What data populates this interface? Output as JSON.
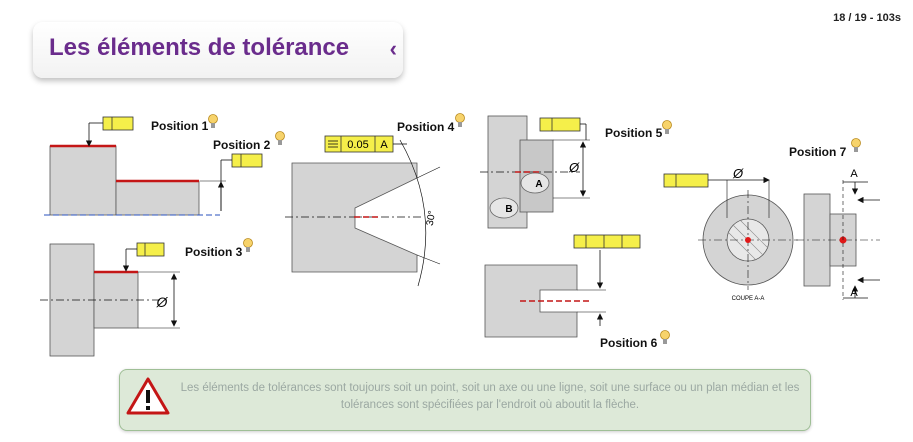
{
  "header": {
    "title": "Les éléments de tolérance",
    "back_icon": "chevron-left-icon",
    "counter": "18 / 19 - 103s"
  },
  "labels": {
    "position1": "Position 1",
    "position2": "Position 2",
    "position3": "Position 3",
    "position4": "Position 4",
    "position5": "Position 5",
    "position6": "Position 6",
    "position7": "Position 7"
  },
  "diagram_text": {
    "tol_value": "0.05",
    "datum_a": "A",
    "angle": "30°",
    "diameter_symbol": "Ø",
    "datum_b": "B",
    "section": "COUPE A-A"
  },
  "note": {
    "icon": "warning-icon",
    "text": "Les éléments de tolérances sont toujours soit un point, soit un axe ou une ligne, soit une surface ou un plan médian et les tolérances sont spécifiées par l'endroit où aboutit la flèche."
  },
  "colors": {
    "title": "#6a2c8c",
    "frame": "#f5ef4a",
    "highlight": "#cc1a1a",
    "part": "#d4d4d4"
  }
}
